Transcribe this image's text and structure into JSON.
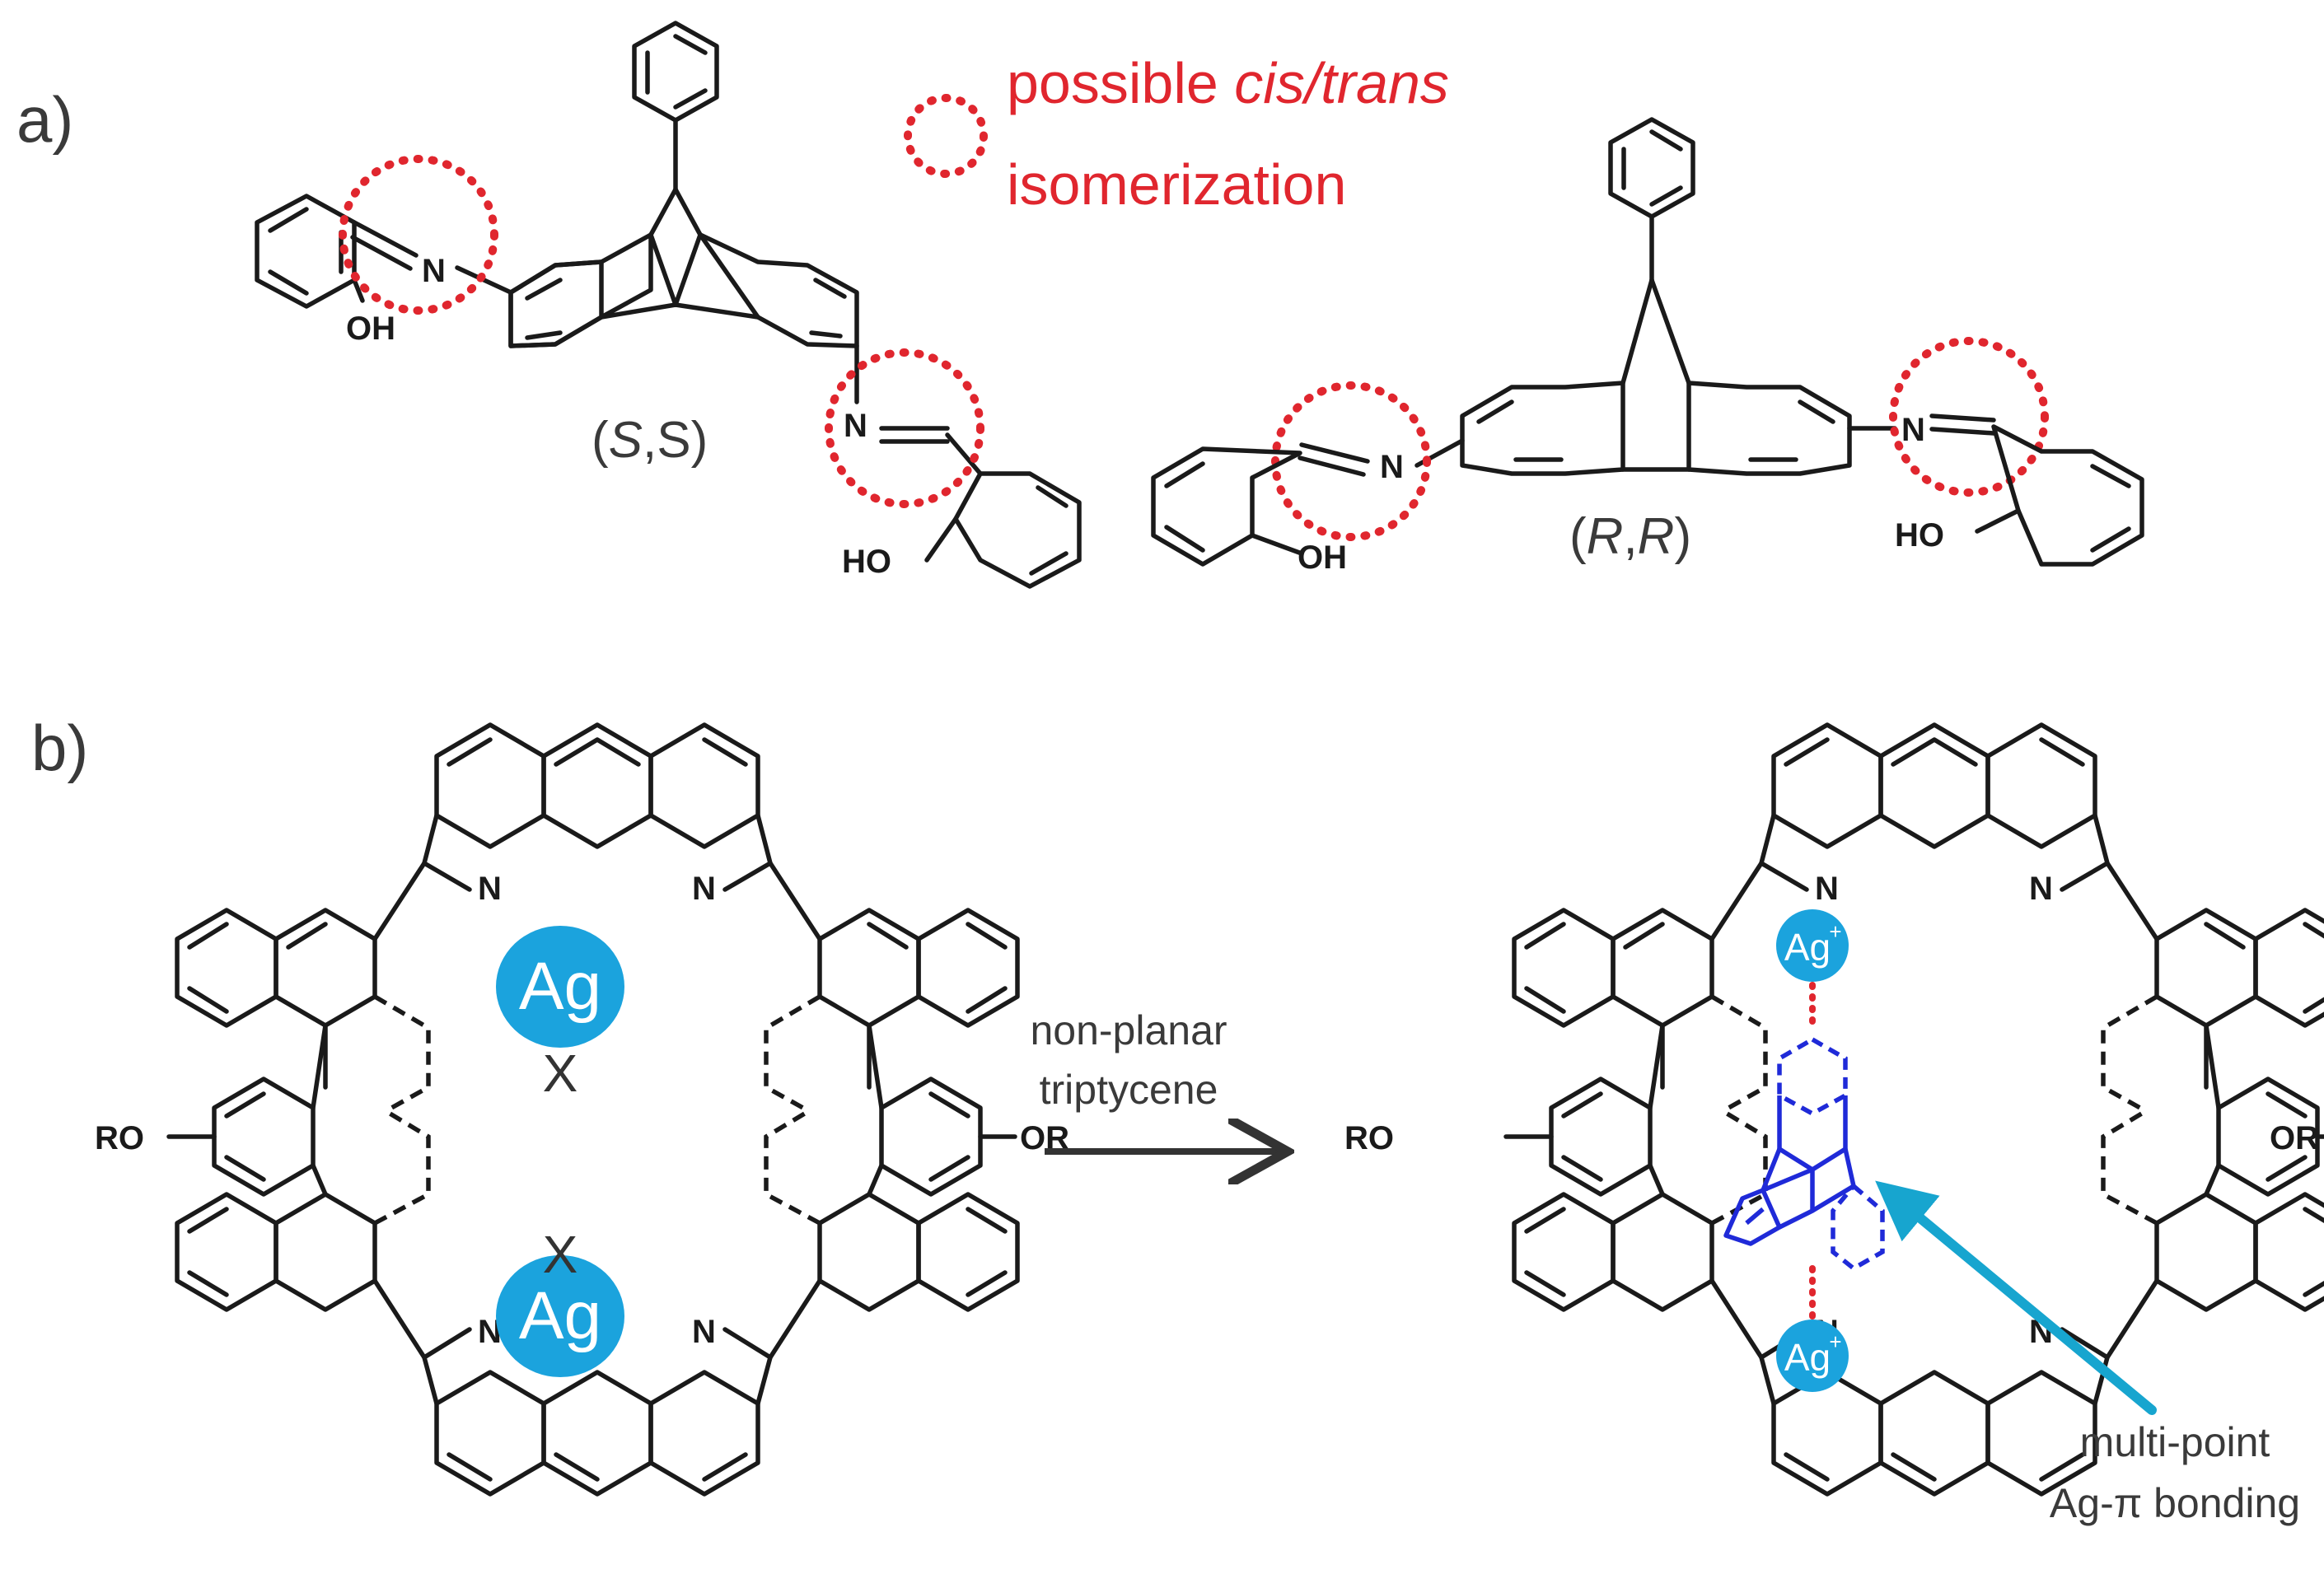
{
  "panel_a": {
    "label": "a)",
    "legend": {
      "line1_plain": "possible ",
      "line1_italic": "cis/trans",
      "line2": "isomerization"
    },
    "stereo_ss": {
      "open": "(",
      "s1": "S",
      "comma": ",",
      "s2": "S",
      "close": ")"
    },
    "stereo_rr": {
      "open": "(",
      "r1": "R",
      "comma": ",",
      "r2": "R",
      "close": ")"
    },
    "atoms": {
      "n": "N",
      "oh": "OH",
      "ho": "HO"
    }
  },
  "panel_b": {
    "label": "b)",
    "arrow_label_line1": "non-planar",
    "arrow_label_line2": "triptycene",
    "ag": "Ag",
    "ag_plus": "Ag",
    "plus": "+",
    "x_mark": "X",
    "ro": "RO",
    "or": "OR",
    "n": "N",
    "bonding_line1": "multi-point",
    "bonding_line2": "Ag-π bonding"
  },
  "colors": {
    "red": "#e0262e",
    "ag_blue": "#1ba3dd",
    "triptycene_blue": "#1f2ad8",
    "arrow_cyan": "#17a5cf",
    "text_gray": "#3a3a3a"
  }
}
